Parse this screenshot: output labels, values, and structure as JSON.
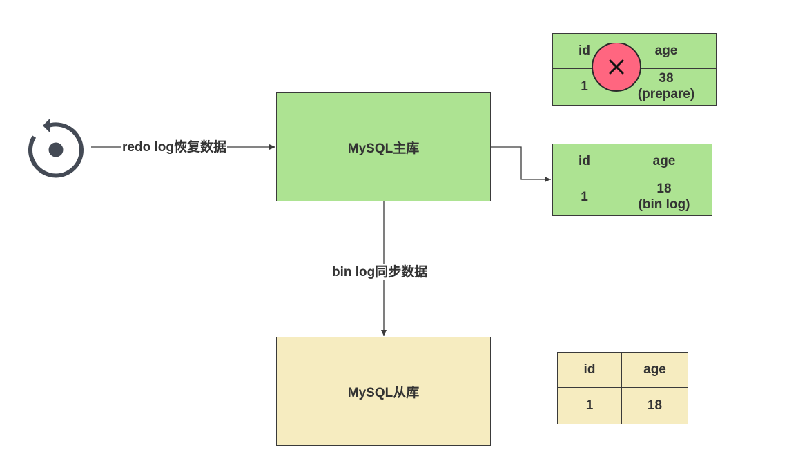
{
  "master": {
    "label": "MySQL主库"
  },
  "slave": {
    "label": "MySQL从库"
  },
  "edges": {
    "redo_label": "redo log恢复数据",
    "binlog_sync_label": "bin log同步数据"
  },
  "tables": {
    "prepare": {
      "headers": [
        "id",
        "age"
      ],
      "row": {
        "id": "1",
        "age": "38",
        "note": "(prepare)"
      }
    },
    "binlog": {
      "headers": [
        "id",
        "age"
      ],
      "row": {
        "id": "1",
        "age": "18",
        "note": "(bin log)"
      }
    },
    "slave": {
      "headers": [
        "id",
        "age"
      ],
      "row": {
        "id": "1",
        "age": "18"
      }
    }
  },
  "colors": {
    "master_fill": "#ade392",
    "slave_fill": "#f6ecc0",
    "fail_fill": "#ff6680",
    "line": "#3a3a3a"
  },
  "icons": {
    "recover": "restore-icon",
    "fail": "close-circle-icon"
  }
}
